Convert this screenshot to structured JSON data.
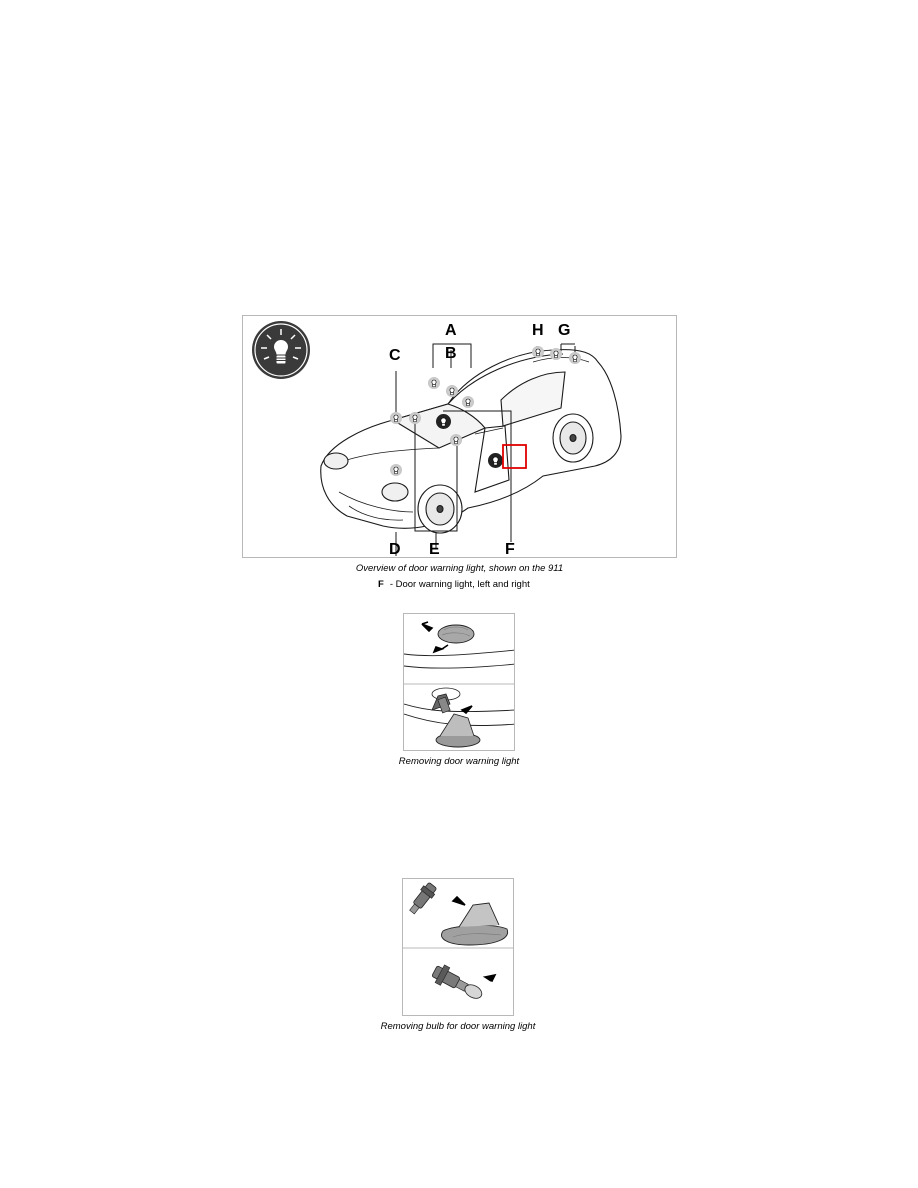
{
  "figure1": {
    "labels": {
      "a": "A",
      "b": "B",
      "c": "C",
      "d": "D",
      "e": "E",
      "f": "F",
      "g": "G",
      "h": "H"
    },
    "caption": "Overview of door warning light, shown on the 911",
    "legend": {
      "key": "F",
      "text": "- Door warning light, left and right"
    },
    "highlight_color": "#e00000"
  },
  "figure2": {
    "caption": "Removing door warning light"
  },
  "figure3": {
    "caption": "Removing bulb for door warning light"
  }
}
